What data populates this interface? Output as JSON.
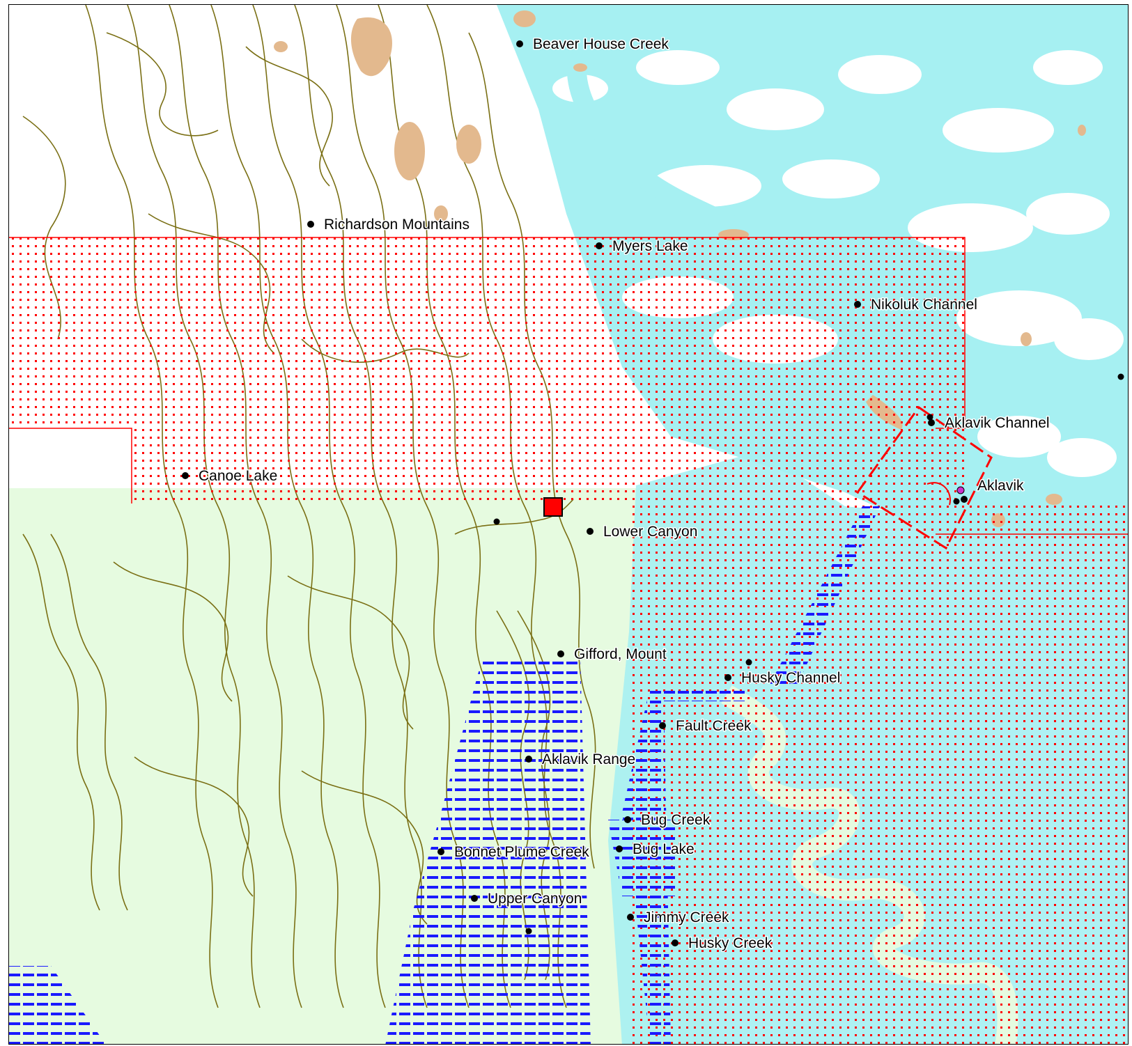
{
  "colors": {
    "water": "#a6f0f2",
    "land": "#ffffff",
    "lowland": "#e6fbe0",
    "contour": "#7a6f14",
    "sand": "#e3b98e",
    "protected_zone_dots": "#ff0000",
    "protected_zone_border": "#ff0000",
    "hatch": "#1a1aff",
    "marker": "#ff0000"
  },
  "places": [
    {
      "name": "Beaver House Creek"
    },
    {
      "name": "Richardson Mountains"
    },
    {
      "name": "Myers Lake"
    },
    {
      "name": "Nikoluk Channel"
    },
    {
      "name": "Aklavik Channel"
    },
    {
      "name": "Aklavik"
    },
    {
      "name": "Canoe Lake"
    },
    {
      "name": "Lower Canyon"
    },
    {
      "name": "Gifford, Mount"
    },
    {
      "name": "Husky Channel"
    },
    {
      "name": "Fault Creek"
    },
    {
      "name": "Aklavik Range"
    },
    {
      "name": "Bug Creek"
    },
    {
      "name": "Bug Lake"
    },
    {
      "name": "Bonnet Plume Creek"
    },
    {
      "name": "Upper Canyon"
    },
    {
      "name": "Jimmy Creek"
    },
    {
      "name": "Husky Creek"
    }
  ]
}
